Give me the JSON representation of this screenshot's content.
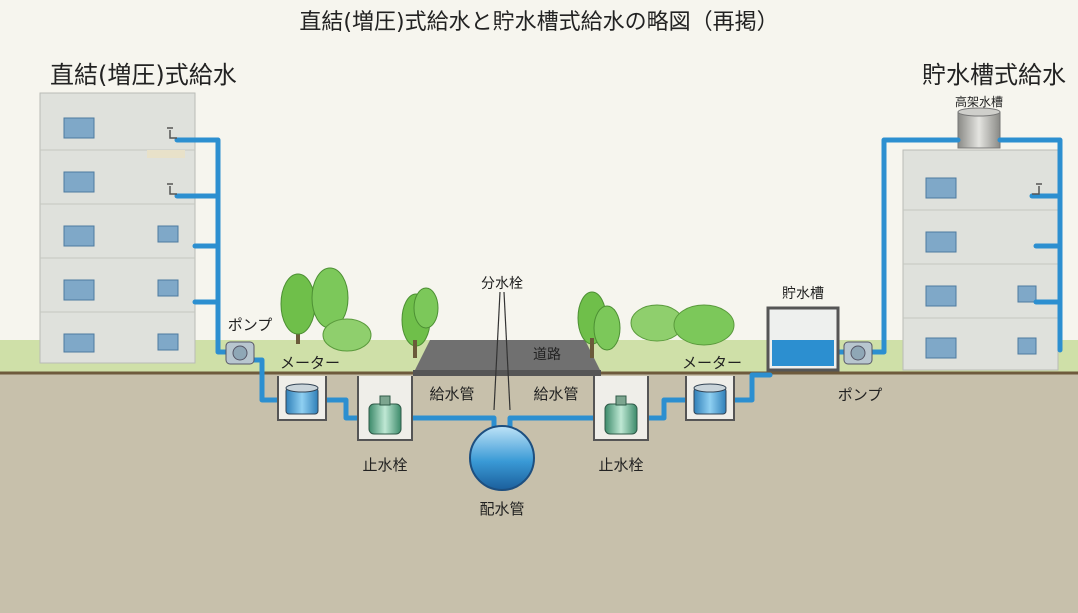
{
  "title": "直結(増圧)式給水と貯水槽式給水の略図（再掲）",
  "left_system": {
    "heading": "直結(増圧)式給水",
    "pump_label": "ポンプ",
    "meter_label": "メーター",
    "stop_valve_label": "止水栓"
  },
  "right_system": {
    "heading": "貯水槽式給水",
    "elevated_tank_label": "高架水槽",
    "receiving_tank_label": "貯水槽",
    "pump_label": "ポンプ",
    "meter_label": "メーター",
    "stop_valve_label": "止水栓"
  },
  "road": {
    "label": "道路",
    "branch_valve_label": "分水栓",
    "supply_pipe_left_label": "給水管",
    "supply_pipe_right_label": "給水管",
    "main_pipe_label": "配水管"
  },
  "colors": {
    "water_pipe": "#2c8fd0",
    "building": "#dfe1dc",
    "ground": "#c7c0ab",
    "grass": "#cfe0a8",
    "tree": "#6fbf4a"
  }
}
